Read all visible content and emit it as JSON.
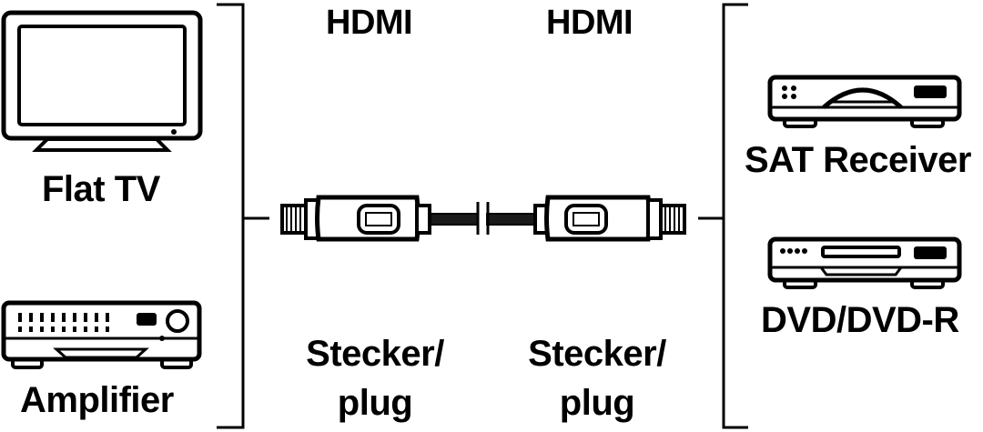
{
  "left_devices": [
    {
      "id": "flat-tv",
      "label": "Flat TV",
      "icon": "flat-tv-icon"
    },
    {
      "id": "amplifier",
      "label": "Amplifier",
      "icon": "amplifier-icon"
    }
  ],
  "right_devices": [
    {
      "id": "sat-receiver",
      "label": "SAT Receiver",
      "icon": "sat-receiver-icon"
    },
    {
      "id": "dvd",
      "label": "DVD/DVD-R",
      "icon": "dvd-player-icon"
    }
  ],
  "connectors": {
    "left": {
      "type": "HDMI",
      "plug_line1": "Stecker/",
      "plug_line2": "plug"
    },
    "right": {
      "type": "HDMI",
      "plug_line1": "Stecker/",
      "plug_line2": "plug"
    }
  },
  "colors": {
    "ink": "#000000",
    "background": "#ffffff",
    "cable": "#1a1a1a"
  }
}
